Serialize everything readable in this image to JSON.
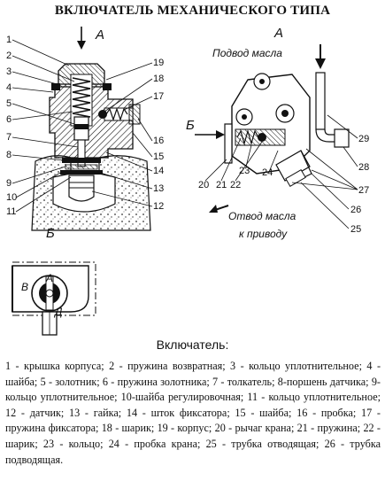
{
  "title": "ВКЛЮЧАТЕЛЬ МЕХАНИЧЕСКОГО ТИПА",
  "view_labels": {
    "left_arrow": "А",
    "right_view": "А",
    "right_arrow": "Б",
    "bottom_view": "Б",
    "bottom_mark_a": "А",
    "bottom_mark_b": "В",
    "bottom_mark_d": "Д"
  },
  "annotations": {
    "oil_in": "Подвод масла",
    "oil_out_1": "Отвод масла",
    "oil_out_2": "к приводу"
  },
  "left_callouts_left": [
    "1",
    "2",
    "3",
    "4",
    "5",
    "6",
    "7",
    "8",
    "9",
    "10",
    "11"
  ],
  "left_callouts_right": [
    "19",
    "18",
    "17",
    "16",
    "15",
    "14",
    "13",
    "12"
  ],
  "right_callouts": [
    "29",
    "28",
    "27",
    "26",
    "25",
    "24",
    "23",
    "22",
    "21",
    "20"
  ],
  "caption_heading": "Включатель:",
  "caption_text": "1 - крышка корпуса; 2 - пружина возвратная; 3 - кольцо уплотнительное; 4 - шайба; 5 - золотник; 6 - пружина золотника; 7 - толкатель; 8-поршень датчика; 9-кольцо уплотнительное; 10-шайба регулировочная; 11 - кольцо уплотнительное; 12 - датчик; 13 - гайка; 14 - шток фиксатора; 15 - шайба; 16 - пробка; 17 - пружина фиксатора; 18 - шарик; 19 - корпус; 20 - рычаг крана; 21 - пружина; 22 - шарик; 23 - кольцо; 24 - пробка крана; 25 - трубка отводящая; 26 - трубка подводящая."
}
